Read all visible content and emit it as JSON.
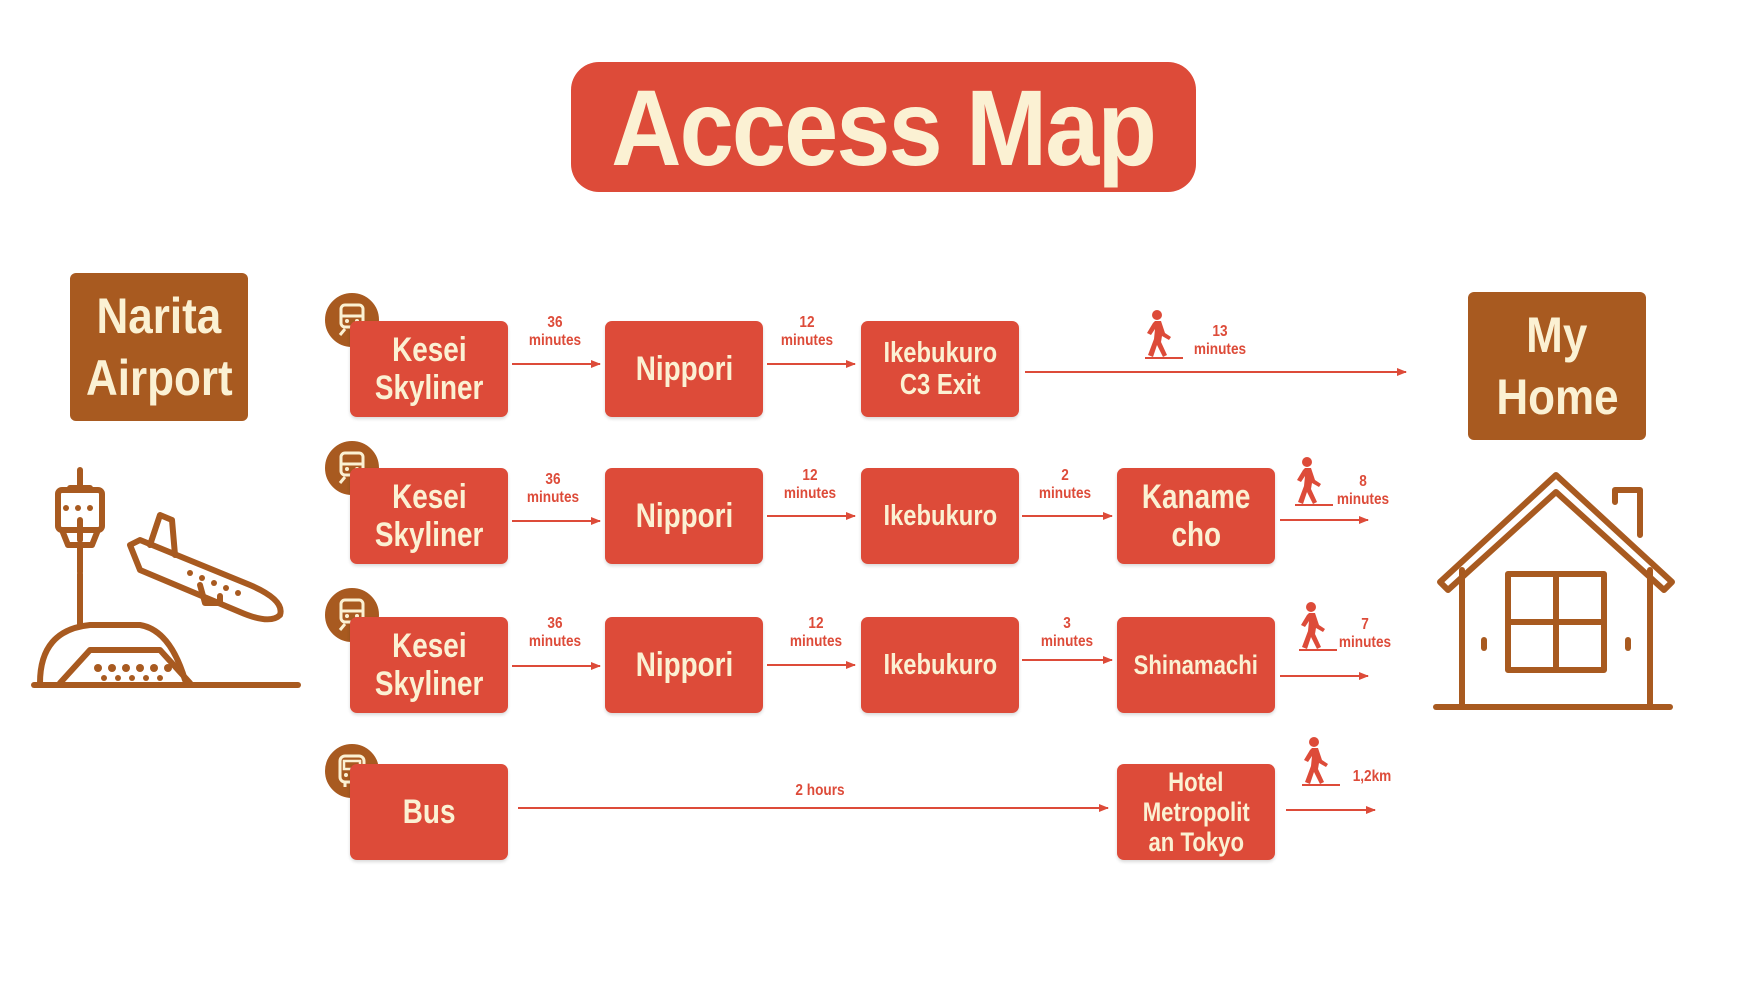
{
  "title": "Access Map",
  "origin": {
    "line1": "Narita",
    "line2": "Airport"
  },
  "destination": {
    "line1": "My",
    "line2": "Home"
  },
  "routes": [
    {
      "badge_icon": "train-icon",
      "start": {
        "line1": "Kesei",
        "line2": "Skyliner"
      },
      "seg1": {
        "num": "36",
        "unit": "minutes"
      },
      "stop1": "Nippori",
      "seg2": {
        "num": "12",
        "unit": "minutes"
      },
      "stop2": {
        "line1": "Ikebukuro",
        "line2": "C3 Exit"
      },
      "walk": {
        "num": "13",
        "unit": "minutes"
      }
    },
    {
      "badge_icon": "train-icon",
      "start": {
        "line1": "Kesei",
        "line2": "Skyliner"
      },
      "seg1": {
        "num": "36",
        "unit": "minutes"
      },
      "stop1": "Nippori",
      "seg2": {
        "num": "12",
        "unit": "minutes"
      },
      "stop2": "Ikebukuro",
      "seg3": {
        "num": "2",
        "unit": "minutes"
      },
      "stop3": {
        "line1": "Kaname",
        "line2": "cho"
      },
      "walk": {
        "num": "8",
        "unit": "minutes"
      }
    },
    {
      "badge_icon": "train-icon",
      "start": {
        "line1": "Kesei",
        "line2": "Skyliner"
      },
      "seg1": {
        "num": "36",
        "unit": "minutes"
      },
      "stop1": "Nippori",
      "seg2": {
        "num": "12",
        "unit": "minutes"
      },
      "stop2": "Ikebukuro",
      "seg3": {
        "num": "3",
        "unit": "minutes"
      },
      "stop3": "Shinamachi",
      "walk": {
        "num": "7",
        "unit": "minutes"
      }
    },
    {
      "badge_icon": "bus-icon",
      "start": "Bus",
      "seg1": "2 hours",
      "stop": {
        "line1": "Hotel",
        "line2": "Metropolit",
        "line3": "an Tokyo"
      },
      "walk": "1,2km"
    }
  ],
  "colors": {
    "red": "#dd4b39",
    "brown": "#a85a20",
    "cream": "#fbf1d3"
  }
}
